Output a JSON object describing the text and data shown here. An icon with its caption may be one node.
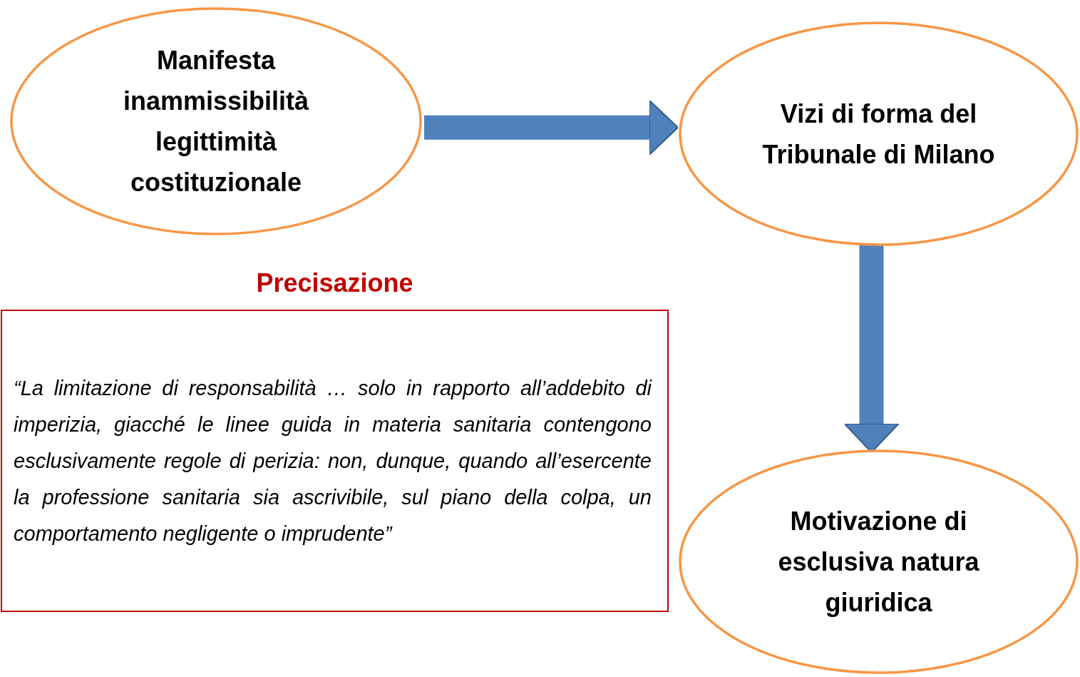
{
  "diagram": {
    "nodes": [
      {
        "text": [
          "Manifesta inammissibilità legittimità costituzionale"
        ]
      },
      {
        "text": [
          "Vizi di forma del Tribunale di Milano"
        ]
      },
      {
        "text": [
          "Motivazione di esclusiva natura giuridica"
        ]
      },
      {
        "text": [
          "Precisazione",
          "“La limitazione di responsabilità … solo in rapporto all’addebito di imperizia, giacché le linee guida in materia sanitaria contengono esclusivamente regole di perizia: non, dunque, quando all’esercente la professione sanitaria sia ascrivibile, sul piano della colpa, un comportamento negligente o imprudente”"
        ]
      }
    ],
    "edges": [
      {
        "from": 0,
        "to": 1,
        "arrow": "to"
      },
      {
        "from": 1,
        "to": 2,
        "arrow": "to"
      }
    ]
  }
}
